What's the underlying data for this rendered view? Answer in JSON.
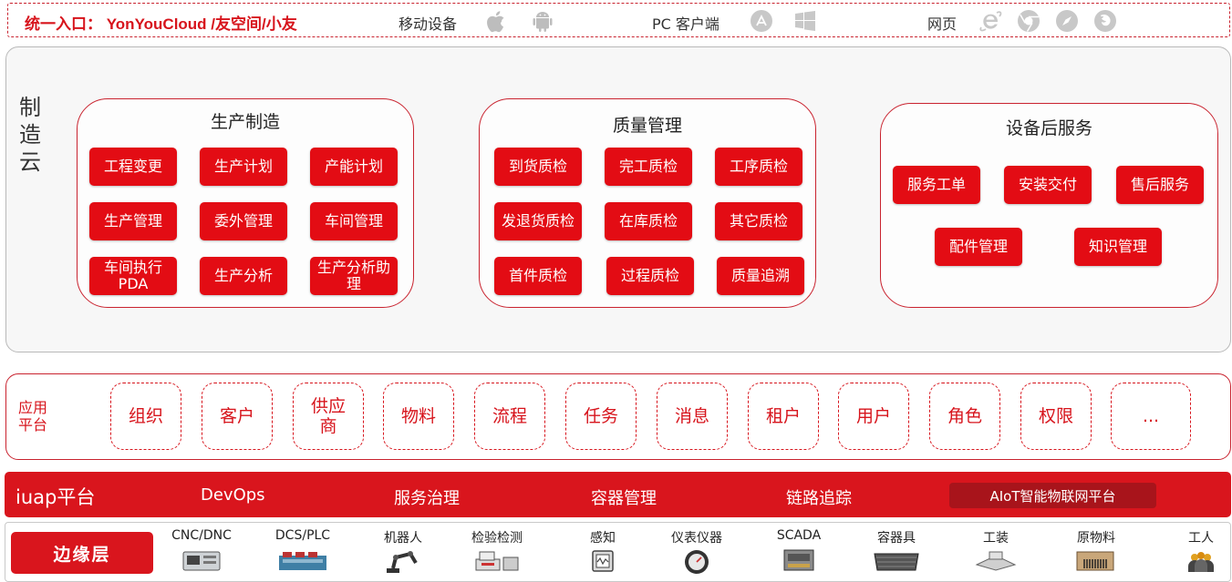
{
  "top_bar": {
    "entry": "统一入口： YonYouCloud /友空间/小友",
    "mobile_label": "移动设备",
    "pc_label": "PC 客户端",
    "web_label": "网页",
    "mobile_icons": [
      "apple-icon",
      "android-icon"
    ],
    "pc_icons": [
      "app-store-icon",
      "windows-icon"
    ],
    "web_icons": [
      "ie-icon",
      "chrome-icon",
      "safari-icon",
      "firefox-icon"
    ]
  },
  "cloud": {
    "title": "制造云",
    "groups": [
      {
        "title": "生产制造",
        "modules": [
          "工程变更",
          "生产计划",
          "产能计划",
          "生产管理",
          "委外管理",
          "车间管理",
          "车间执行PDA",
          "生产分析",
          "生产分析助理"
        ]
      },
      {
        "title": "质量管理",
        "modules": [
          "到货质检",
          "完工质检",
          "工序质检",
          "发退货质检",
          "在库质检",
          "其它质检",
          "首件质检",
          "过程质检",
          "质量追溯"
        ]
      },
      {
        "title": "设备后服务",
        "modules": [
          "服务工单",
          "安装交付",
          "售后服务",
          "配件管理",
          "知识管理"
        ]
      }
    ]
  },
  "app_platform": {
    "label": "应用平台",
    "items": [
      "组织",
      "客户",
      "供应商",
      "物料",
      "流程",
      "任务",
      "消息",
      "租户",
      "用户",
      "角色",
      "权限",
      "..."
    ]
  },
  "iuap": {
    "title": "iuap平台",
    "items": [
      "DevOps",
      "服务治理",
      "容器管理",
      "链路追踪"
    ],
    "aiot": "AIoT智能物联网平台"
  },
  "edge": {
    "label": "边缘层",
    "items": [
      "CNC/DNC",
      "DCS/PLC",
      "机器人",
      "检验检测",
      "感知",
      "仪表仪器",
      "SCADA",
      "容器具",
      "工装",
      "原物料",
      "工人"
    ]
  },
  "colors": {
    "brand_red": "#d9151d",
    "module_red": "#e30c14",
    "text_red": "#d7141c"
  }
}
